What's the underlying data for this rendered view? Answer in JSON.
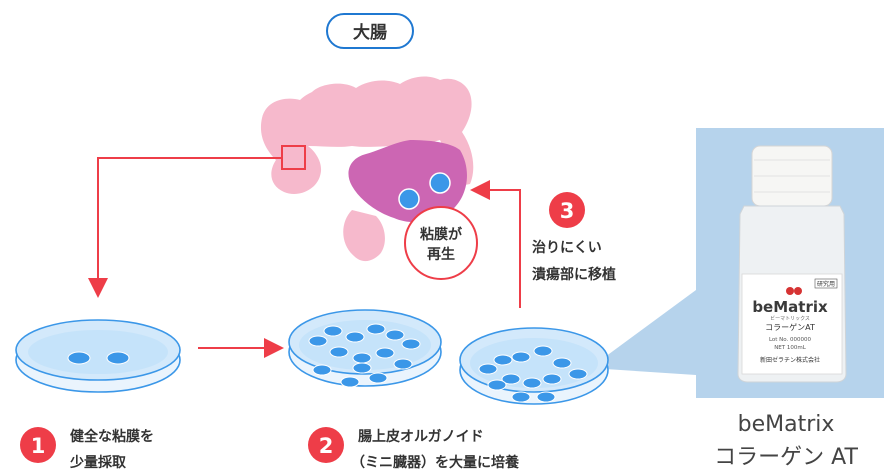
{
  "organ_label": "大腸",
  "regenerate_label_1": "粘膜が",
  "regenerate_label_2": "再生",
  "steps": [
    {
      "num": "1",
      "line1": "健全な粘膜を",
      "line2": "少量採取"
    },
    {
      "num": "2",
      "line1": "腸上皮オルガノイド",
      "line2": "（ミニ臓器）を大量に培養"
    },
    {
      "num": "3",
      "line1": "治りにくい",
      "line2": "潰瘍部に移植"
    }
  ],
  "product": {
    "cap_label": "beMatrix",
    "cap_label_2": "コラーゲン AT",
    "bottle_brand": "beMatrix",
    "bottle_kana": "ビーマトリックス",
    "bottle_product": "コラーゲンAT",
    "bottle_lot": "Lot No. 000000",
    "bottle_net": "NET 100mL",
    "bottle_maker": "新田ゼラチン株式会社",
    "bottle_badge": "研究用"
  },
  "colors": {
    "accent_red": "#ee3d48",
    "dish_blue": "#3b97e8",
    "colon_pink": "#f6b9cc",
    "colon_magenta": "#cc66b3",
    "panel_blue": "#b6d3ec"
  }
}
